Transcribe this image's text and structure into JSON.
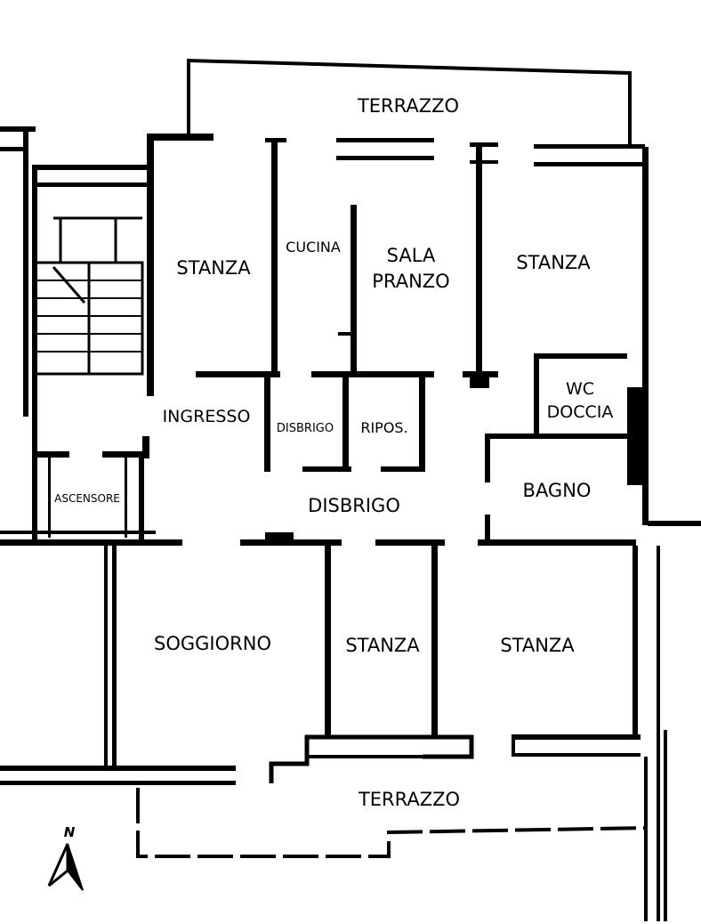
{
  "plan": {
    "rooms": {
      "terrazzo_top": "TERRAZZO",
      "stanza_1": "STANZA",
      "cucina": "CUCINA",
      "sala_pranzo_1": "SALA",
      "sala_pranzo_2": "PRANZO",
      "stanza_2": "STANZA",
      "wc_1": "WC",
      "wc_2": "DOCCIA",
      "ingresso": "INGRESSO",
      "disbrigo_small": "DISBRIGO",
      "ripos": "RIPOS.",
      "bagno": "BAGNO",
      "ascensore": "ASCENSORE",
      "disbrigo": "DISBRIGO",
      "soggiorno": "SOGGIORNO",
      "stanza_3": "STANZA",
      "stanza_4": "STANZA",
      "terrazzo_bottom": "TERRAZZO"
    },
    "north_label": "N",
    "colors": {
      "wall": "#000000",
      "background": "#ffffff"
    }
  }
}
